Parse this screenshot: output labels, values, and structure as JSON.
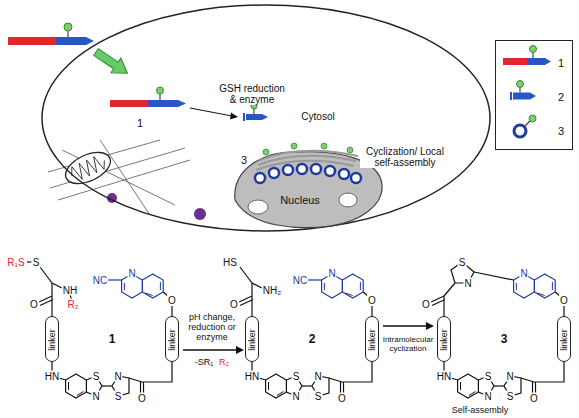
{
  "diagram": {
    "nodes": [
      {
        "text": [
          "Cytosol"
        ]
      },
      {
        "text": [
          "Nucleus"
        ],
        "in": 0
      },
      {
        "text": [
          "linker"
        ]
      },
      {
        "text": [
          "linker"
        ]
      },
      {
        "text": [
          "linker"
        ]
      },
      {
        "text": [
          "linker"
        ]
      },
      {
        "text": [
          "linker"
        ]
      },
      {
        "text": [
          "linker"
        ]
      }
    ],
    "labels": [
      "GSH reduction & enzyme",
      "1",
      "3",
      "Cyclization/ Local self-assembly",
      "R₁S",
      "S",
      "O",
      "NH",
      "R₂",
      "NC",
      "N",
      "O",
      "1",
      "HN",
      "S",
      "N",
      "N",
      "S",
      "O",
      "pH change, reduction or enzyme",
      "-SR₁",
      "R₂",
      "HS",
      "NH₂",
      "O",
      "NC",
      "N",
      "O",
      "2",
      "HN",
      "S",
      "N",
      "N",
      "S",
      "O",
      "Intramolecular cyclization",
      "S",
      "N",
      "O",
      "N",
      "O",
      "3",
      "HN",
      "S",
      "N",
      "N",
      "S",
      "O",
      "Self-assembly"
    ],
    "legend": [
      {
        "text": "1"
      },
      {
        "text": "2"
      },
      {
        "text": "3"
      }
    ]
  }
}
